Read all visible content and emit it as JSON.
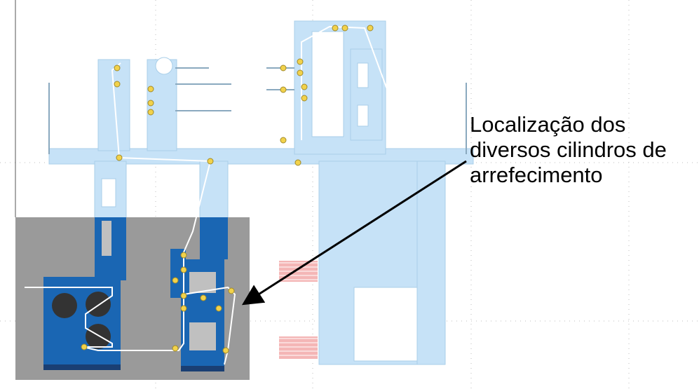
{
  "annotation": {
    "lines": [
      "Localização dos",
      "diversos cilindros de",
      "arrefecimento"
    ]
  },
  "colors": {
    "light_blue": "#c6e2f7",
    "dark_blue": "#1a66b3",
    "navy_base": "#1a3f73",
    "gray_overlay": "#9a9a9a",
    "gray_box": "#c0c0c0",
    "roller_yellow": "#f2d24b",
    "pink_marker": "#f4b6b6",
    "arrow": "#000000"
  },
  "icons": [
    "cooling-roller-icon",
    "arrow-icon"
  ]
}
